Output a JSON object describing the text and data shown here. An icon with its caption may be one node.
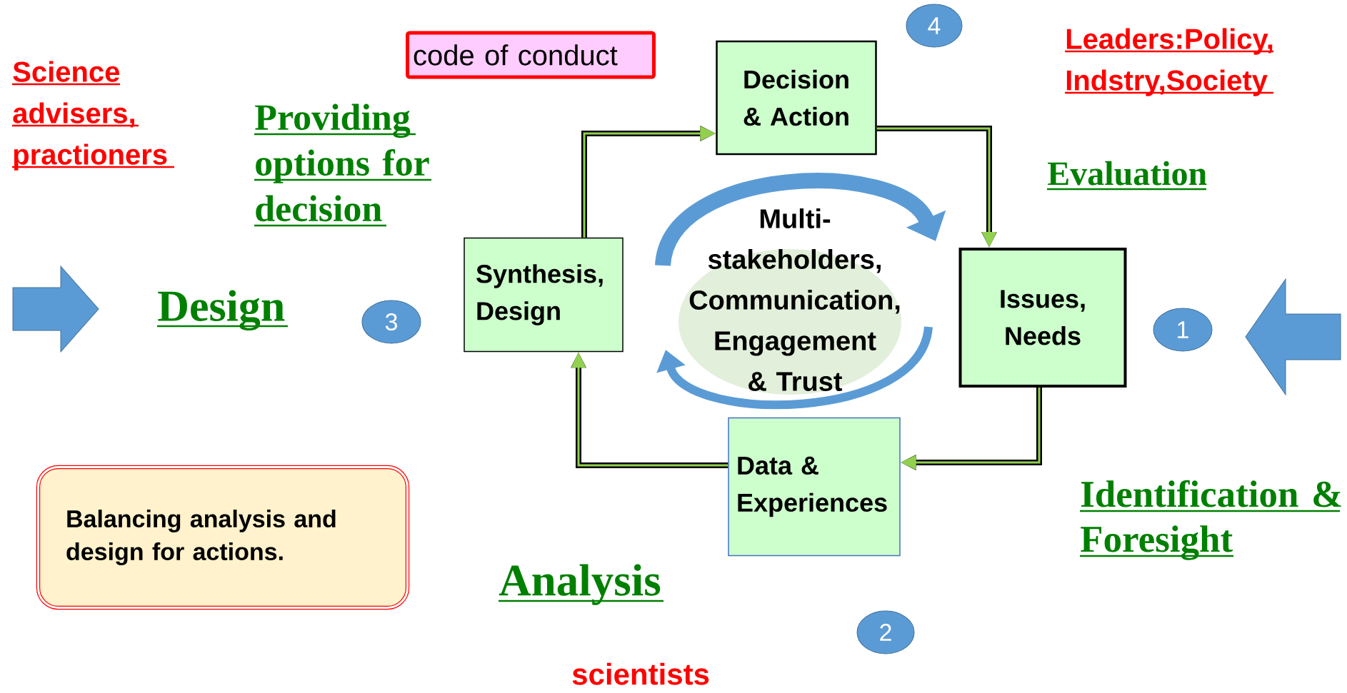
{
  "diagram": {
    "nodes": [
      {
        "text": [
          "code of conduct"
        ]
      },
      {
        "text": [
          "Decision & Action"
        ]
      },
      {
        "text": [
          "4"
        ]
      },
      {
        "text": [
          "Synthesis, Design"
        ]
      },
      {
        "text": [
          "Issues, Needs"
        ]
      },
      {
        "text": [
          "Data & Experiences"
        ]
      },
      {
        "text": [
          "3"
        ]
      },
      {
        "text": [
          "1"
        ]
      },
      {
        "text": [
          "2"
        ]
      },
      {
        "text": [
          "Multi-stakeholders, Communication, Engagement & Trust"
        ]
      },
      {
        "text": [
          "Balancing analysis and design for actions."
        ]
      }
    ],
    "edges": [
      {
        "from": 3,
        "to": 1,
        "arrow": "to"
      },
      {
        "from": 1,
        "to": 4,
        "arrow": "to"
      },
      {
        "from": 4,
        "to": 5,
        "arrow": "to"
      },
      {
        "from": 5,
        "to": 3,
        "arrow": "to"
      }
    ],
    "labels": [
      "Science advisers, practioners",
      "Leaders:Policy, Indstry,Society",
      "Providing options for decision",
      "Evaluation",
      "Design",
      "Identification & Foresight",
      "Analysis",
      "scientists"
    ]
  }
}
